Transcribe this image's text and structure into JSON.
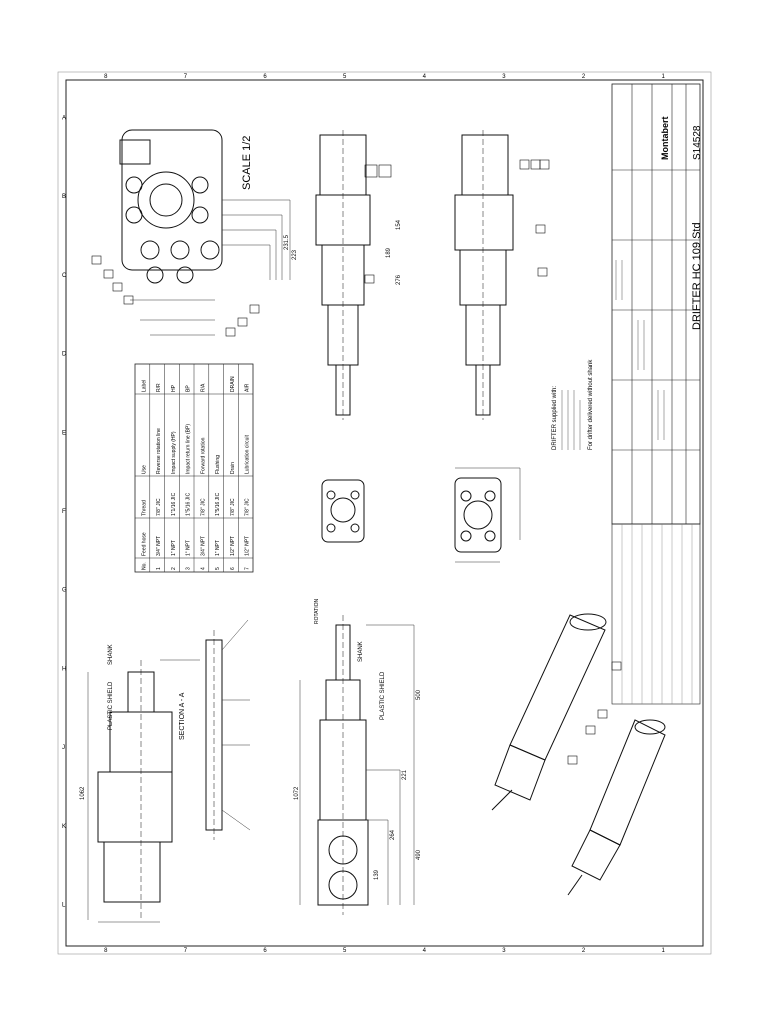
{
  "drawing": {
    "title": "DRIFTER HC 109 Std",
    "number": "S14528",
    "scale_label": "SCALE 1/2",
    "brand": "Montabert",
    "section_label": "SECTION A - A",
    "supply_note": "For drifter delivered without shank",
    "shank_label": "SHANK",
    "rotation_label": "ROTATION",
    "cover_label": "PLASTIC SHIELD",
    "mass_label": "DRIFTER supplied with:",
    "grid_top": [
      "8",
      "7",
      "6",
      "5",
      "4",
      "3",
      "2",
      "1"
    ],
    "grid_bottom": [
      "8",
      "7",
      "6",
      "5",
      "4",
      "3",
      "2",
      "1"
    ],
    "grid_left": [
      "A",
      "B",
      "C",
      "D",
      "E",
      "F",
      "G",
      "H",
      "J",
      "K",
      "L"
    ]
  },
  "port_table": {
    "headers": [
      "No.",
      "Feed hose",
      "Thread",
      "Use",
      "Label"
    ],
    "rows": [
      {
        "no": "1",
        "feed": "3/4\" NPT",
        "thread": "7/8\" JIC",
        "use": "Reverse rotation line",
        "label": "R/R"
      },
      {
        "no": "2",
        "feed": "1\" NPT",
        "thread": "1\"1/16 JIC",
        "use": "Impact supply (HP)",
        "label": "HP"
      },
      {
        "no": "3",
        "feed": "1\" NPT",
        "thread": "1\"5/16 JIC",
        "use": "Impact return line (BP)",
        "label": "BP"
      },
      {
        "no": "4",
        "feed": "3/4\" NPT",
        "thread": "7/8\" JIC",
        "use": "Forward rotation",
        "label": "R/A"
      },
      {
        "no": "5",
        "feed": "1\" NPT",
        "thread": "1\"5/16 JIC",
        "use": "Flushing",
        "label": ""
      },
      {
        "no": "6",
        "feed": "1/2\" NPT",
        "thread": "7/8\" JIC",
        "use": "Drain",
        "label": "DRAIN"
      },
      {
        "no": "7",
        "feed": "1/2\" NPT",
        "thread": "7/8\" JIC",
        "use": "Lubrication circuit",
        "label": "AIR"
      }
    ]
  },
  "dimensions": {
    "d1": "1062",
    "d2": "1072",
    "d3": "500",
    "d4": "221",
    "d5": "264",
    "d6": "490",
    "d7": "139",
    "d8": "231.5",
    "d9": "154",
    "d10": "276",
    "d11": "189",
    "d12": "223"
  }
}
